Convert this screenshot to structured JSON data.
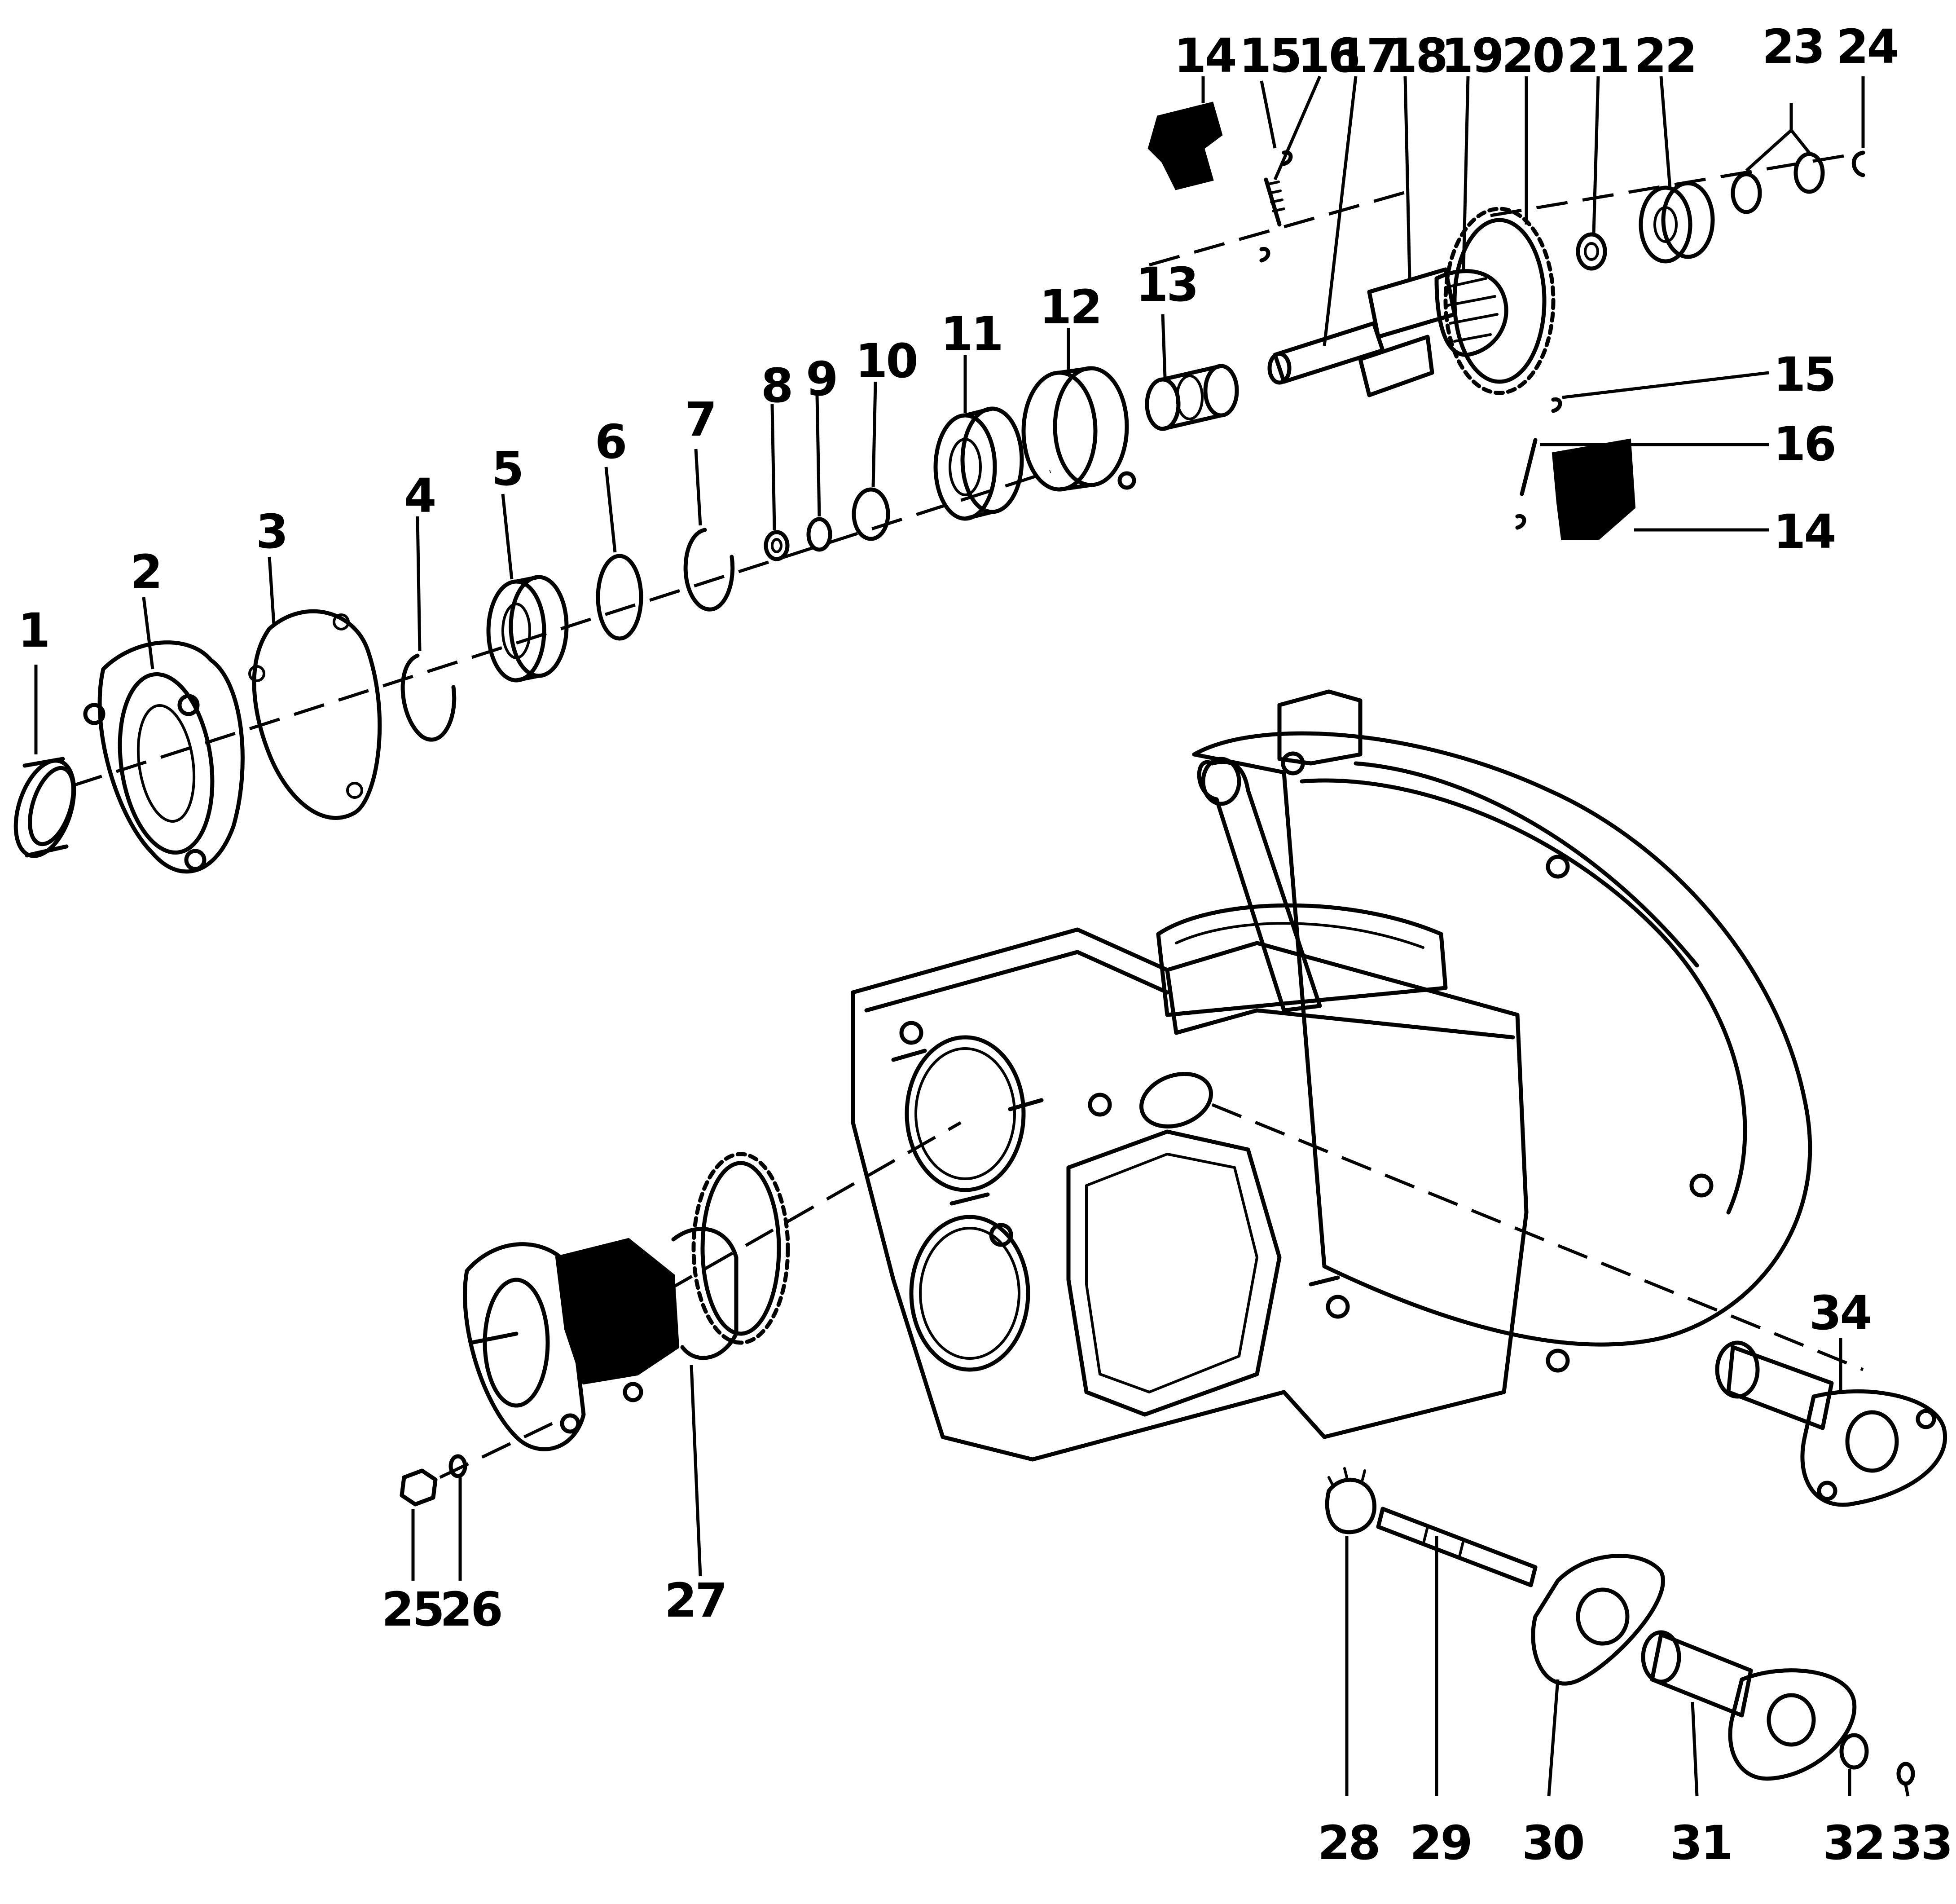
{
  "callouts": {
    "n1": "1",
    "n2": "2",
    "n3": "3",
    "n4": "4",
    "n5": "5",
    "n6": "6",
    "n7": "7",
    "n8": "8",
    "n9": "9",
    "n10": "10",
    "n11": "11",
    "n12": "12",
    "n13": "13",
    "n14a": "14",
    "n14b": "14",
    "n15a": "15",
    "n15b": "15",
    "n16a": "16",
    "n16b": "16",
    "n17": "17",
    "n18": "18",
    "n19": "19",
    "n20": "20",
    "n21": "21",
    "n22": "22",
    "n23": "23",
    "n24": "24",
    "n25": "25",
    "n26": "26",
    "n27": "27",
    "n28": "28",
    "n29": "29",
    "n30": "30",
    "n31": "31",
    "n32": "32",
    "n33": "33",
    "n34": "34"
  }
}
